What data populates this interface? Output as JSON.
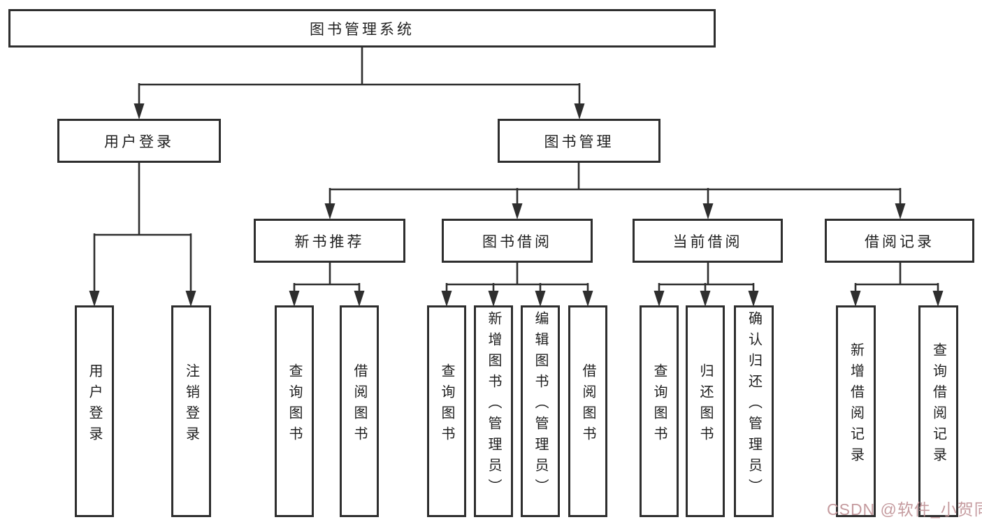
{
  "diagram": {
    "root": {
      "label": "图书管理系统"
    },
    "level2": [
      {
        "label": "用户登录"
      },
      {
        "label": "图书管理"
      }
    ],
    "level3": [
      {
        "label": "新书推荐",
        "parent": "图书管理"
      },
      {
        "label": "图书借阅",
        "parent": "图书管理"
      },
      {
        "label": "当前借阅",
        "parent": "图书管理"
      },
      {
        "label": "借阅记录",
        "parent": "图书管理"
      }
    ],
    "leaves": [
      {
        "label": "用户登录",
        "parent": "用户登录"
      },
      {
        "label": "注销登录",
        "parent": "用户登录"
      },
      {
        "label": "查询图书",
        "parent": "新书推荐"
      },
      {
        "label": "借阅图书",
        "parent": "新书推荐"
      },
      {
        "label": "查询图书",
        "parent": "图书借阅"
      },
      {
        "label": "新增图书（管理员）",
        "parent": "图书借阅"
      },
      {
        "label": "编辑图书（管理员）",
        "parent": "图书借阅"
      },
      {
        "label": "借阅图书",
        "parent": "图书借阅"
      },
      {
        "label": "查询图书",
        "parent": "当前借阅"
      },
      {
        "label": "归还图书",
        "parent": "当前借阅"
      },
      {
        "label": "确认归还（管理员）",
        "parent": "当前借阅"
      },
      {
        "label": "新增借阅记录",
        "parent": "借阅记录"
      },
      {
        "label": "查询借阅记录",
        "parent": "借阅记录"
      }
    ],
    "colors": {
      "line": "#2e2e2e",
      "text": "#1f1f1f",
      "background": "#ffffff",
      "watermark": "#c2969a"
    }
  },
  "watermark": {
    "text": "CSDN @软件_小贺同学"
  }
}
